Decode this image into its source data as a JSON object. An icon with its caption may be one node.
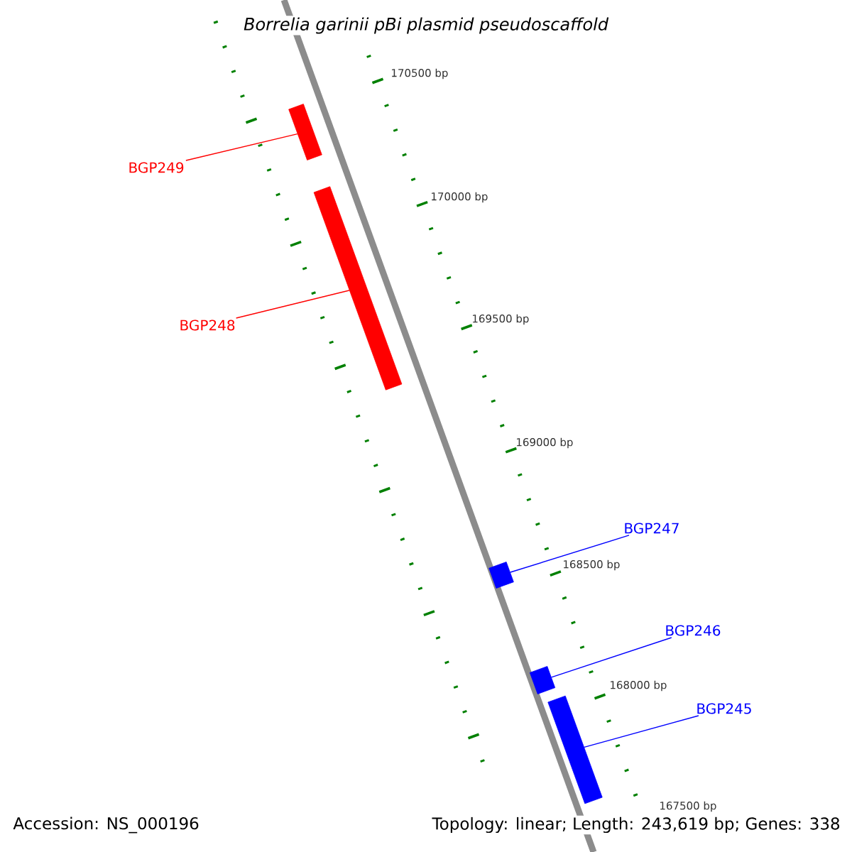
{
  "diagram": {
    "title": "Borrelia garinii pBi plasmid pseudoscaffold",
    "nodes": [
      {
        "text": [
          "BGP249"
        ]
      },
      {
        "text": [],
        "shape": "bar"
      },
      {
        "text": [
          "BGP248"
        ]
      },
      {
        "text": [],
        "shape": "bar"
      },
      {
        "text": [
          "BGP247"
        ]
      },
      {
        "text": [],
        "shape": "bar"
      },
      {
        "text": [
          "BGP246"
        ]
      },
      {
        "text": [],
        "shape": "bar"
      },
      {
        "text": [
          "BGP245"
        ]
      },
      {
        "text": [],
        "shape": "bar"
      }
    ],
    "edges": [
      {
        "from": 0,
        "to": 1,
        "arrow": "none",
        "color": "#ff0000"
      },
      {
        "from": 2,
        "to": 3,
        "arrow": "none",
        "color": "#ff0000"
      },
      {
        "from": 4,
        "to": 5,
        "arrow": "none",
        "color": "#0000ff"
      },
      {
        "from": 6,
        "to": 7,
        "arrow": "none",
        "color": "#0000ff"
      },
      {
        "from": 8,
        "to": 9,
        "arrow": "none",
        "color": "#0000ff"
      }
    ],
    "labels": [
      "170500 bp",
      "170000 bp",
      "169500 bp",
      "169000 bp",
      "168500 bp",
      "168000 bp",
      "167500 bp",
      "Accession: NS_000196",
      "Topology: linear; Length: 243,619 bp; Genes: 338"
    ]
  }
}
